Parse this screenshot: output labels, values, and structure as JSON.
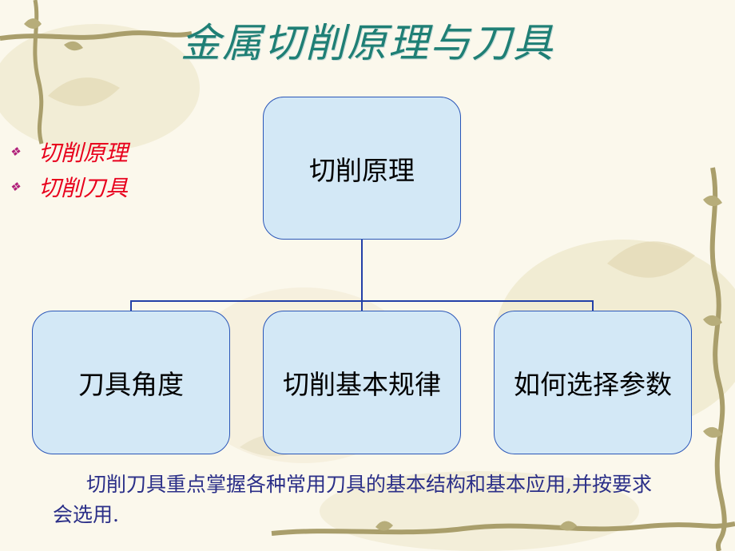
{
  "title": "金属切削原理与刀具",
  "bullets": [
    "切削原理",
    "切削刀具"
  ],
  "diagram": {
    "root": "切削原理",
    "children": [
      "刀具角度",
      "切削基本规律",
      "如何选择参数"
    ]
  },
  "note": "切削刀具重点掌握各种常用刀具的基本结构和基本应用,并按要求会选用.",
  "colors": {
    "title": "#1f7f75",
    "bullet_text": "#e8001c",
    "bullet_marker": "#b0207a",
    "box_fill": "#d3e8f6",
    "box_border": "#2a56b8",
    "connector": "#2340a8",
    "note_text": "#2b2f88"
  }
}
